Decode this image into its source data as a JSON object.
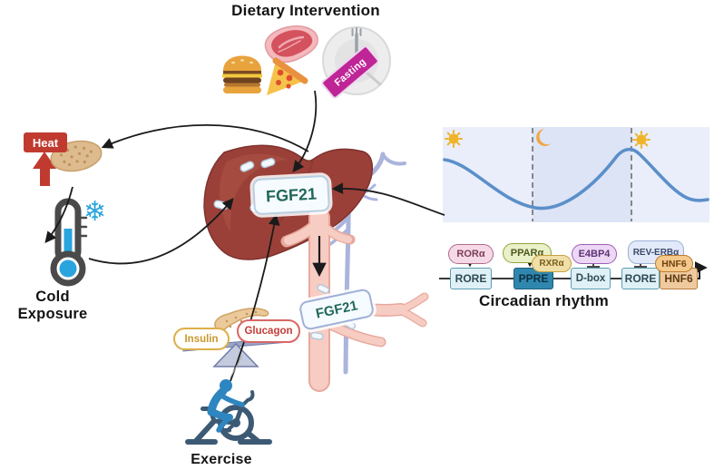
{
  "labels": {
    "dietary_title": "Dietary Intervention",
    "cold_title": "Cold Exposure",
    "exercise_title": "Exercise",
    "circadian_title": "Circadian rhythm",
    "heat": "Heat",
    "fasting": "Fasting",
    "insulin": "Insulin",
    "glucagon": "Glucagon",
    "fgf21_liver": "FGF21",
    "fgf21_blood": "FGF21",
    "snowflake_glyph": "❄"
  },
  "circadian": {
    "factors": [
      {
        "name": "RORα",
        "action": "activates",
        "target": "RORE"
      },
      {
        "name": "PPARα",
        "action": "activates",
        "target": "PPRE"
      },
      {
        "name": "RXRα",
        "action": "activates",
        "target": "PPRE"
      },
      {
        "name": "E4BP4",
        "action": "inhibits",
        "target": "D-box"
      },
      {
        "name": "REV-ERBα",
        "action": "inhibits",
        "target": "RORE"
      },
      {
        "name": "HNF6",
        "action": "binds",
        "target": "HNF6"
      }
    ],
    "elements": [
      {
        "name": "RORE"
      },
      {
        "name": "PPRE"
      },
      {
        "name": "D-box"
      },
      {
        "name": "RORE"
      },
      {
        "name": "HNF6"
      }
    ],
    "icons": [
      "sun-icon",
      "moon-icon",
      "sun-icon"
    ]
  },
  "icons": [
    "burger-icon",
    "pizza-icon",
    "steak-icon",
    "fasting-plate-icon",
    "fork-icon",
    "heat-arrow-icon",
    "brown-fat-icon",
    "thermometer-icon",
    "snowflake-icon",
    "liver-icon",
    "blood-vessel-icon",
    "pancreas-icon",
    "seesaw-icon",
    "exercise-bike-icon",
    "sun-icon",
    "moon-icon",
    "transcription-start-arrow-icon"
  ],
  "colors": {
    "liver": "#9a4038",
    "vessel_pink": "#f7ccc3",
    "vein_purple": "#aab4dd",
    "fgf21_text": "#20685c",
    "heat_red": "#c13a30",
    "cold_blue": "#29a4dc",
    "fasting_magenta": "#bf2597",
    "wave_blue": "#5b8fc9",
    "panel_day": "#e9eefa",
    "panel_night": "#dde4f6",
    "sun_yellow": "#f0b42a",
    "element_fill": "#dff0f6",
    "ppre_fill": "#2f87ae",
    "hnf6_fill": "#eeca9e",
    "insulin_gold": "#c8982f",
    "glucagon_red": "#c33d3d"
  }
}
